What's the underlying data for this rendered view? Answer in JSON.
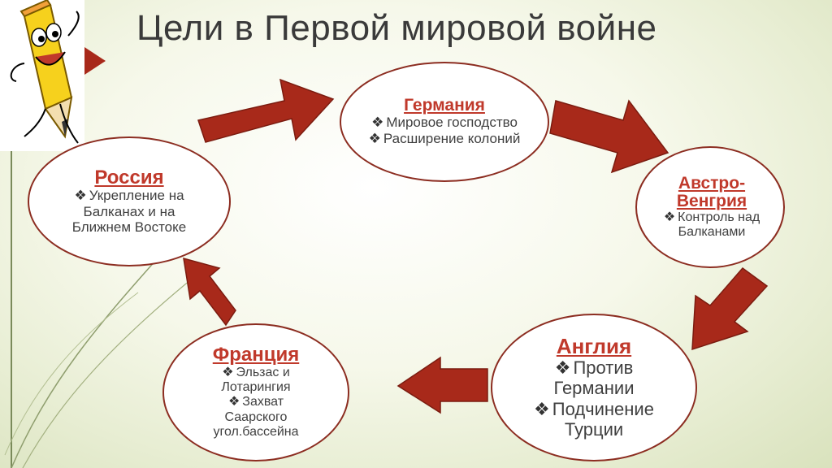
{
  "title": "Цели в Первой мировой войне",
  "colors": {
    "arrow": "#a8291a",
    "heading": "#c0392b",
    "border": "#8c2d21"
  },
  "icons": {
    "mascot": "pencil-mascot-icon",
    "bullet": "diamond-bullet-icon"
  },
  "nodes": {
    "germany": {
      "name": "Германия",
      "goals": [
        "Мировое господство",
        "Расширение колоний"
      ]
    },
    "austria": {
      "name": "Австро-Венгрия",
      "goals": [
        "Контроль над Балканами"
      ]
    },
    "england": {
      "name": "Англия",
      "goals": [
        "Против Германии",
        "Подчинение Турции"
      ]
    },
    "france": {
      "name": "Франция",
      "goals": [
        "Эльзас и Лотарингия",
        "Захват Саарского угол.бассейна"
      ]
    },
    "russia": {
      "name": "Россия",
      "goals": [
        "Укрепление на Балканах и на Ближнем Востоке"
      ]
    }
  }
}
